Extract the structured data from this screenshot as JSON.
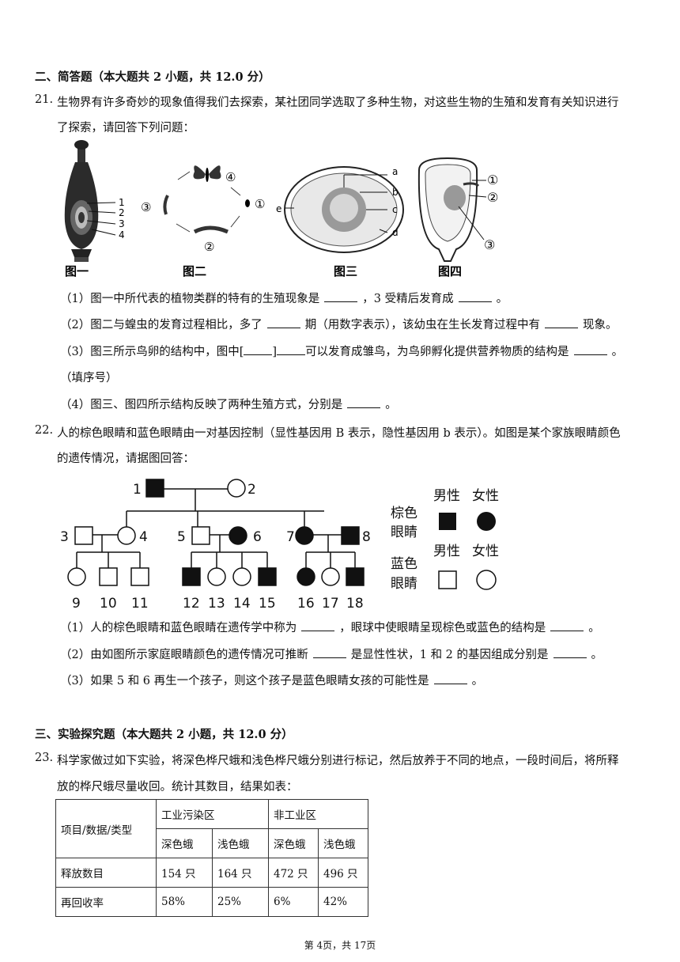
{
  "sections": {
    "s2": "二、简答题（本大题共 2 小题，共 12.0 分）",
    "s3": "三、实验探究题（本大题共 2 小题，共 12.0 分）"
  },
  "q21": {
    "num": "21.",
    "stem1": "生物界有许多奇妙的现象值得我们去探索，某社团同学选取了多种生物，对这些生物的生殖和发育有关知识进行",
    "stem2": "了探索，请回答下列问题：",
    "fig_labels": [
      "图一",
      "图二",
      "图三",
      "图四"
    ],
    "fig1_parts": [
      "1",
      "2",
      "3",
      "4"
    ],
    "fig2_stages": [
      "④",
      "①",
      "②",
      "③"
    ],
    "fig3_parts": [
      "a",
      "b",
      "c",
      "d",
      "e"
    ],
    "fig4_parts": [
      "①",
      "②",
      "③"
    ],
    "p1a": "（1）图一中所代表的植物类群的特有的生殖现象是",
    "p1b": "，3 受精后发育成",
    "p1c": "。",
    "p2a": "（2）图二与蝗虫的发育过程相比，多了",
    "p2b": "期（用数字表示），该幼虫在生长发育过程中有",
    "p2c": "现象。",
    "p3a": "（3）图三所示鸟卵的结构中，图中[",
    "p3b": "]",
    "p3c": "可以发育成雏鸟，为鸟卵孵化提供营养物质的结构是",
    "p3d": "。",
    "p3e": "（填序号）",
    "p4a": "（4）图三、图四所示结构反映了两种生殖方式，分别是",
    "p4b": "。"
  },
  "q22": {
    "num": "22.",
    "stem1": "人的棕色眼睛和蓝色眼睛由一对基因控制（显性基因用 B 表示，隐性基因用 b 表示）。如图是某个家族眼睛颜色",
    "stem2": "的遗传情况，请据图回答：",
    "pedigree_numbers": [
      "1",
      "2",
      "3",
      "4",
      "5",
      "6",
      "7",
      "8",
      "9",
      "10",
      "11",
      "12",
      "13",
      "14",
      "15",
      "16",
      "17",
      "18"
    ],
    "legend": {
      "brown1": "棕色",
      "brown2": "眼睛",
      "blue1": "蓝色",
      "blue2": "眼睛",
      "male": "男性",
      "female": "女性"
    },
    "p1a": "（1）人的棕色眼睛和蓝色眼睛在遗传学中称为",
    "p1b": "，眼球中使眼睛呈现棕色或蓝色的结构是",
    "p1c": "。",
    "p2a": "（2）由如图所示家庭眼睛颜色的遗传情况可推断",
    "p2b": "是显性性状，1 和 2 的基因组成分别是",
    "p2c": "。",
    "p3a": "（3）如果 5 和 6 再生一个孩子，则这个孩子是蓝色眼睛女孩的可能性是",
    "p3b": "。"
  },
  "q23": {
    "num": "23.",
    "stem1": "科学家做过如下实验，将深色桦尺蛾和浅色桦尺蛾分别进行标记，然后放养于不同的地点，一段时间后，将所释",
    "stem2": "放的桦尺蛾尽量收回。统计其数目，结果如表：",
    "table": {
      "corner": "项目/数据/类型",
      "groups": [
        "工业污染区",
        "非工业区"
      ],
      "subcols": [
        "深色蛾",
        "浅色蛾",
        "深色蛾",
        "浅色蛾"
      ],
      "rows": [
        {
          "label": "释放数目",
          "cells": [
            "154 只",
            "164 只",
            "472 只",
            "496 只"
          ]
        },
        {
          "label": "再回收率",
          "cells": [
            "58%",
            "25%",
            "6%",
            "42%"
          ]
        }
      ]
    }
  },
  "footer": "第 4页，共 17页"
}
